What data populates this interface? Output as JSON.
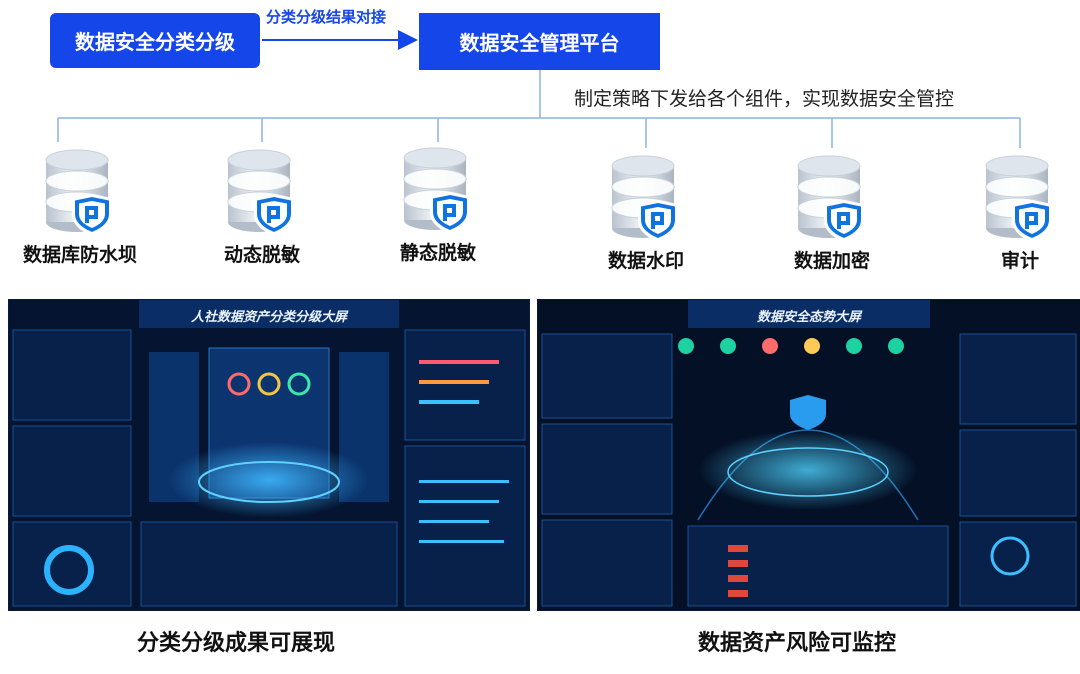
{
  "top": {
    "classification_box": "数据安全分类分级",
    "arrow_label": "分类分级结果对接",
    "platform_box": "数据安全管理平台",
    "policy_label": "制定策略下发给各个组件，实现数据安全管控"
  },
  "components": [
    {
      "label": "数据库防水坝",
      "icon": "database-shield-icon"
    },
    {
      "label": "动态脱敏",
      "icon": "database-shield-icon"
    },
    {
      "label": "静态脱敏",
      "icon": "database-shield-icon"
    },
    {
      "label": "数据水印",
      "icon": "database-shield-icon"
    },
    {
      "label": "数据加密",
      "icon": "database-shield-icon"
    },
    {
      "label": "审计",
      "icon": "database-shield-icon"
    }
  ],
  "screens": {
    "left": {
      "title": "人社数据资产分类分级大屏",
      "caption": "分类分级成果可展现"
    },
    "right": {
      "title": "数据安全态势大屏",
      "caption": "数据资产风险可监控"
    }
  },
  "colors": {
    "accent_blue": "#1546ea",
    "line_blue": "#8db3dd",
    "dashboard_bg": "#031026"
  }
}
